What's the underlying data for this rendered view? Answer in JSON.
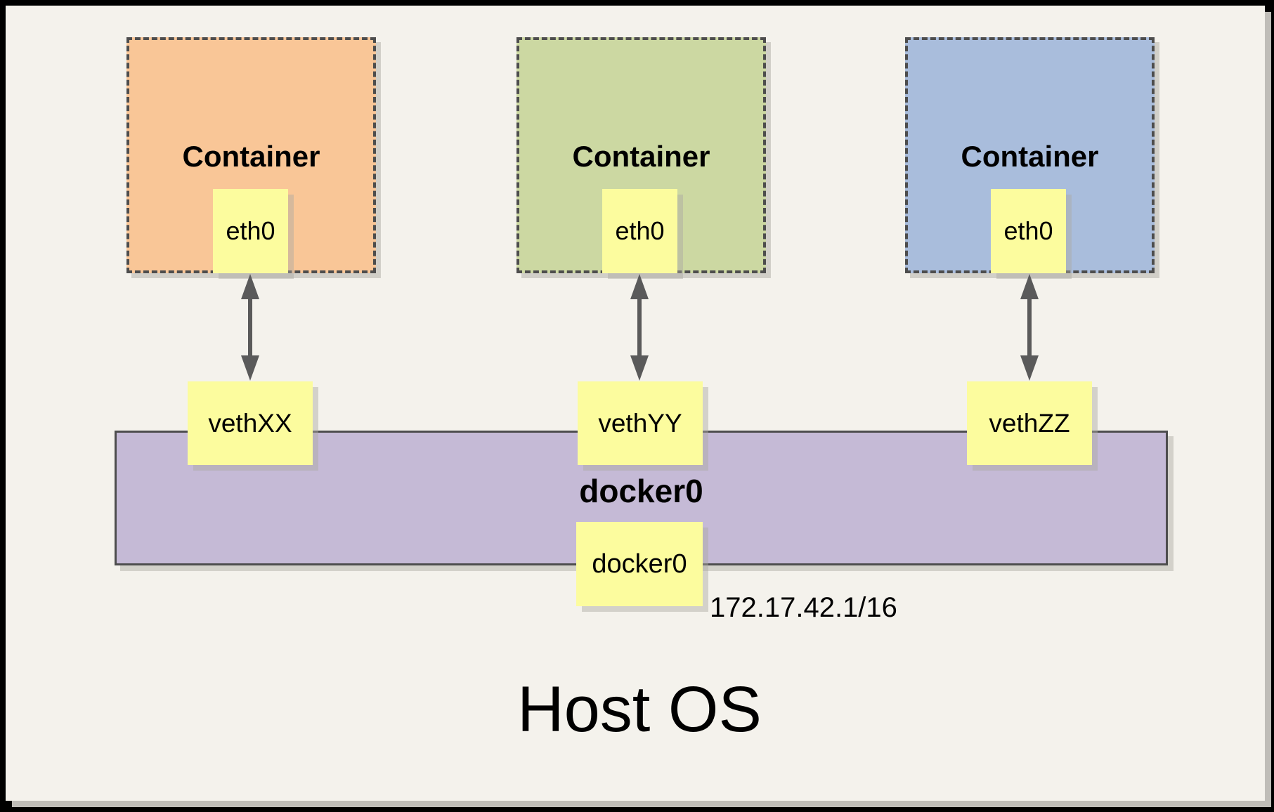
{
  "host": {
    "label": "Host OS"
  },
  "containers": [
    {
      "label": "Container",
      "interface": "eth0",
      "veth": "vethXX",
      "fill": "#F9C697"
    },
    {
      "label": "Container",
      "interface": "eth0",
      "veth": "vethYY",
      "fill": "#CCD8A2"
    },
    {
      "label": "Container",
      "interface": "eth0",
      "veth": "vethZZ",
      "fill": "#A9BDDC"
    }
  ],
  "bridge": {
    "name": "docker0",
    "interface": "docker0",
    "subnet": "172.17.42.1/16",
    "fill": "#C5BAD6"
  },
  "palette": {
    "background": "#F4F2EC",
    "frame": "#000000",
    "note_fill": "#FCFC9E",
    "border_dark": "#4D4D4D",
    "arrow": "#5A5A5A",
    "shadow": "#BFBDB8"
  }
}
